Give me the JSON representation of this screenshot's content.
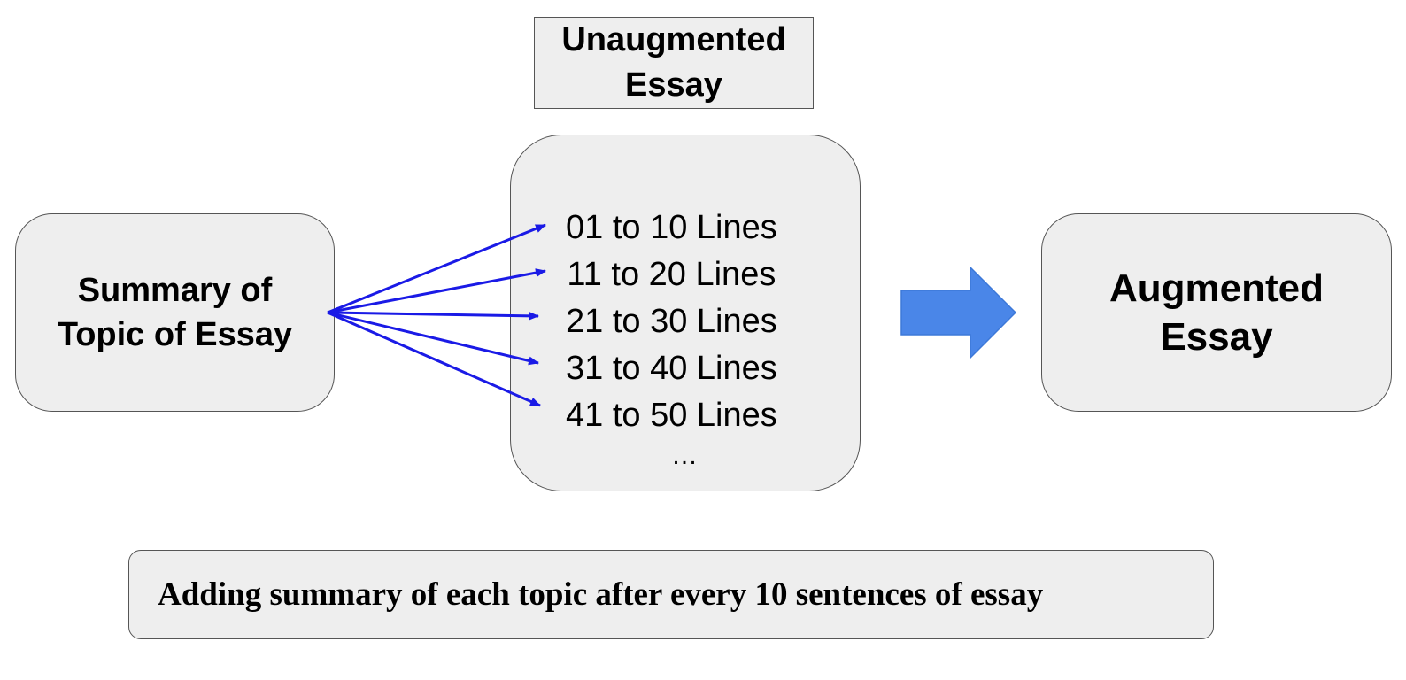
{
  "diagram": {
    "label_box": {
      "lines": [
        "Unaugmented",
        "Essay"
      ]
    },
    "input_box": {
      "lines": [
        "Summary of",
        "Topic of Essay"
      ]
    },
    "ranges": [
      "01 to 10 Lines",
      "11 to 20 Lines",
      "21 to 30 Lines",
      "31 to 40 Lines",
      "41 to 50 Lines"
    ],
    "ellipsis": "…",
    "output_box": {
      "lines": [
        "Augmented",
        "Essay"
      ]
    },
    "caption": "Adding summary of each topic after every 10 sentences of essay",
    "colors": {
      "box_fill": "#eeeeee",
      "box_border": "#555555",
      "connector_arrows": "#1a1ae6",
      "block_arrow": "#4a86e8"
    },
    "icons": {
      "block_arrow": "right-block-arrow-icon"
    }
  }
}
